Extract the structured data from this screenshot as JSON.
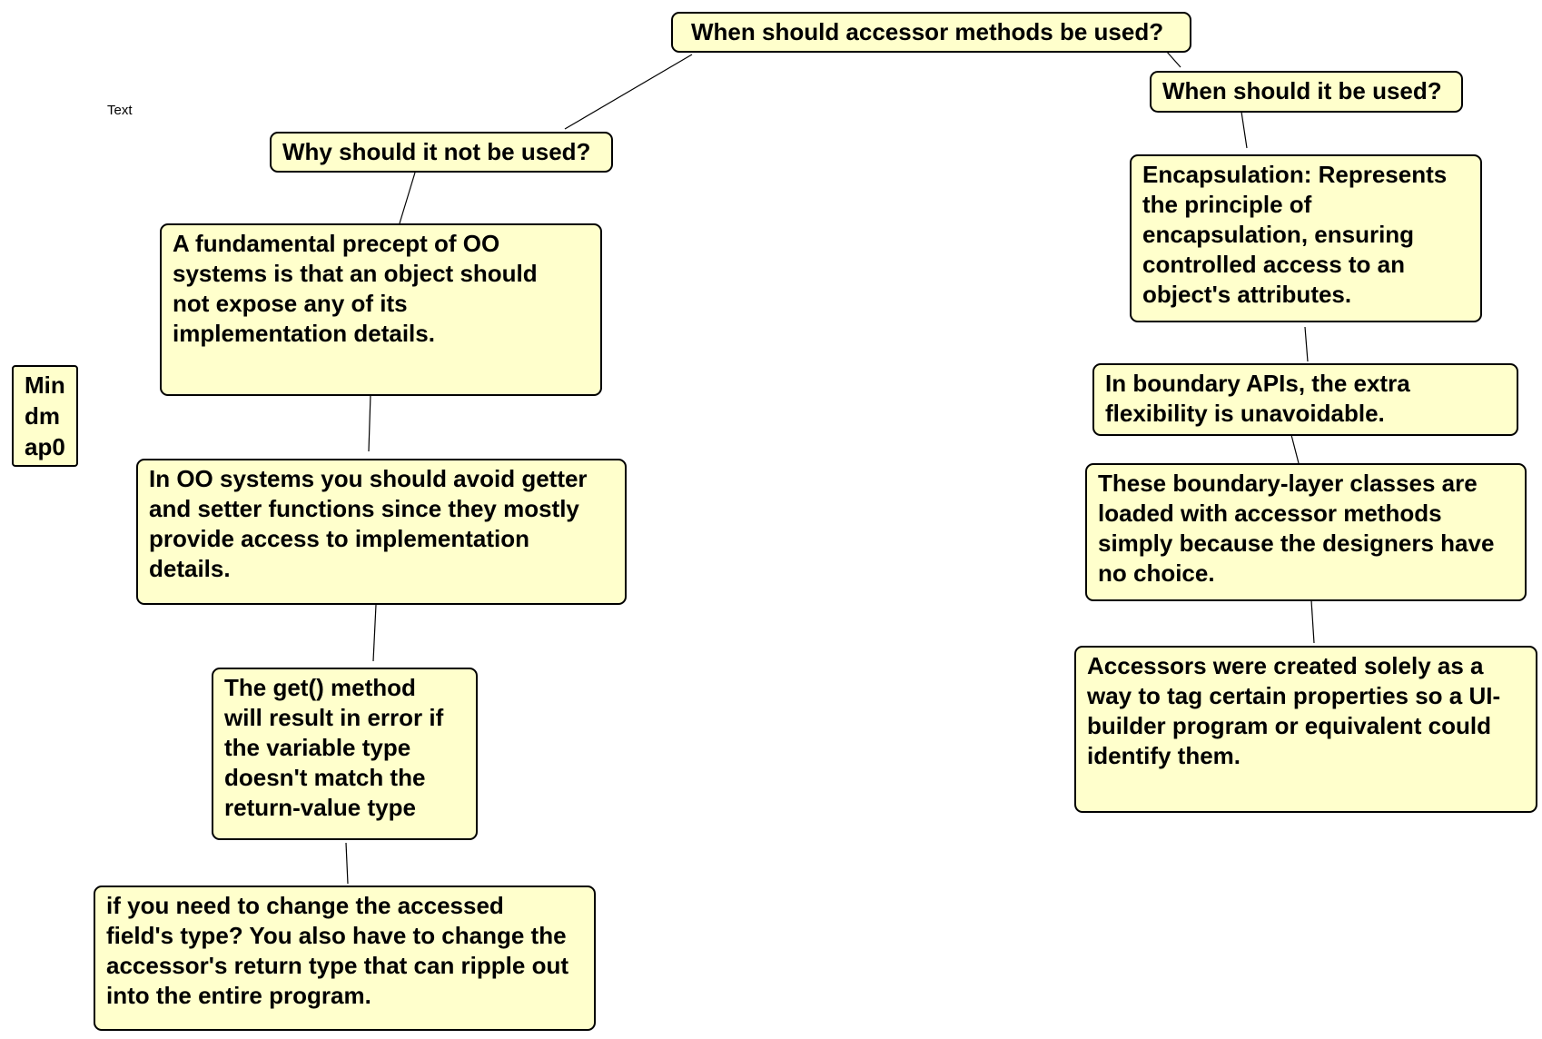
{
  "side_label": "Text",
  "side_node": "Min\ndm\nap0",
  "root": "When should accessor methods be used?",
  "left_branch": {
    "title": "Why should it not be used?",
    "items": [
      "A fundamental precept of OO\nsystems is that an object should\nnot expose any of its\nimplementation details.",
      "In OO systems you should avoid getter\nand setter functions since they mostly\nprovide access to implementation\ndetails.",
      "The get() method\nwill result in error if\nthe variable type\ndoesn't match the\nreturn-value type",
      "if you need to change the accessed\nfield's type? You also have to change the\naccessor's return type that can ripple out\ninto the entire program."
    ]
  },
  "right_branch": {
    "title": "When should it be used?",
    "items": [
      "Encapsulation: Represents\nthe principle of\nencapsulation, ensuring\ncontrolled access to an\nobject's attributes.",
      "In boundary APIs, the extra\nflexibility is unavoidable.",
      "These boundary-layer classes are\nloaded with accessor methods\nsimply because the designers have\nno choice.",
      "Accessors were created solely as a\nway to tag certain properties so a UI-\nbuilder program or equivalent could\nidentify them."
    ]
  }
}
